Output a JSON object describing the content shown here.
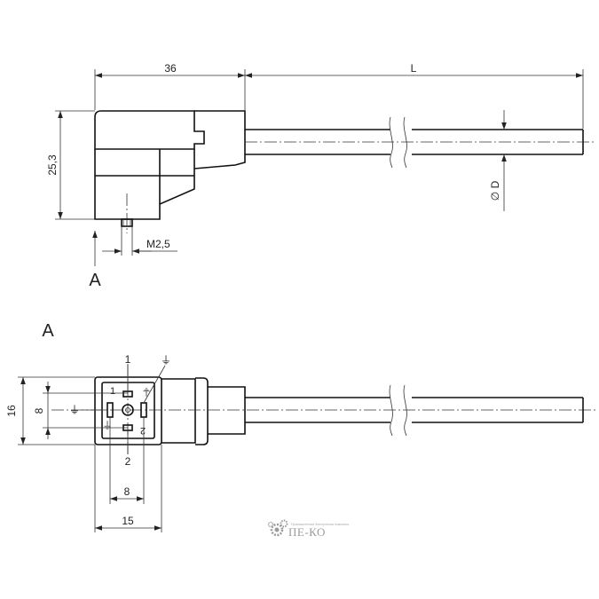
{
  "side_view": {
    "dim_width": "36",
    "dim_cable_length": "L",
    "dim_height": "25,3",
    "dim_thread": "M2,5",
    "dim_diameter": "∅ D",
    "view_arrow_label": "A"
  },
  "front_view": {
    "view_title": "A",
    "dim_height_outer": "16",
    "dim_height_inner": "8",
    "dim_width_inner": "8",
    "dim_width_outer": "15",
    "pin_label_1": "1",
    "pin_label_2": "2",
    "ground_symbol": "⏚",
    "face_label_1": "1",
    "face_label_2": "2"
  },
  "logo": {
    "text": "ПЕ-КО",
    "tagline": "Промышленная Электронная Компания",
    "gear_color": "#9a9a9a"
  }
}
